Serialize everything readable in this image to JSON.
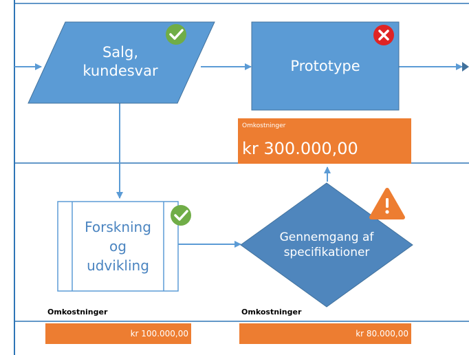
{
  "colors": {
    "shape_fill": "#5B9BD5",
    "shape_stroke": "#41719C",
    "diamond_fill": "#4F86BD",
    "connector": "#5B9BD5",
    "lane_line": "#2E75B6",
    "cost_fill": "#ED7D31",
    "ok_badge": "#70AD47",
    "error_badge": "#E02424",
    "warning_badge": "#ED7D31"
  },
  "shapes": {
    "sales": {
      "label": "Salg,\nkundesvar",
      "status_icon": "check-icon"
    },
    "prototype": {
      "label": "Prototype",
      "status_icon": "x-icon"
    },
    "research": {
      "label": "Forskning\nog\nudvikling",
      "status_icon": "check-icon"
    },
    "review": {
      "label": "Gennemgang af\nspecifikationer",
      "status_icon": "warning-icon"
    }
  },
  "costs": {
    "prototype": {
      "title": "Omkostninger",
      "value": "kr 300.000,00"
    },
    "research": {
      "title": "Omkostninger",
      "value": "kr 100.000,00"
    },
    "review": {
      "title": "Omkostninger",
      "value": "kr 80.000,00"
    }
  }
}
